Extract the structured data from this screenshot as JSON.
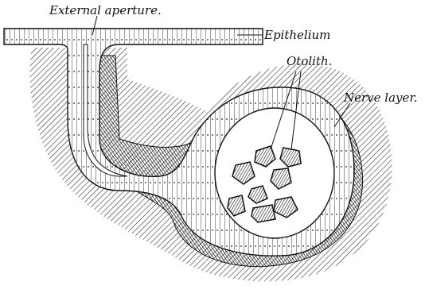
{
  "labels": {
    "external_aperture": "External aperture.",
    "epithelium": "Epithelium",
    "otolith": "Otolith.",
    "nerve_layer": "Nerve layer."
  },
  "colors": {
    "ink": "#111111",
    "paper": "#ffffff"
  }
}
